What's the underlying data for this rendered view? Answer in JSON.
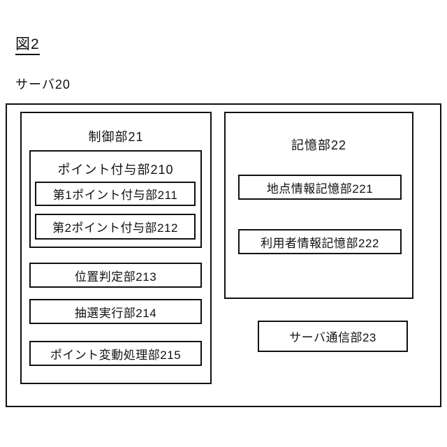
{
  "figure": {
    "label": "図2",
    "system_label": "サーバ20"
  },
  "diagram": {
    "type": "block-diagram",
    "outer_frame_name": "server-frame",
    "blocks": [
      {
        "id": "control-unit",
        "title": "制御部21",
        "children": [
          {
            "id": "point-grant-unit",
            "title": "ポイント付与部210",
            "children": [
              {
                "id": "first-point-grant-unit",
                "title": "第1ポイント付与部211"
              },
              {
                "id": "second-point-grant-unit",
                "title": "第2ポイント付与部212"
              }
            ]
          },
          {
            "id": "position-determination-unit",
            "title": "位置判定部213"
          },
          {
            "id": "lottery-execution-unit",
            "title": "抽選実行部214"
          },
          {
            "id": "point-change-processing-unit",
            "title": "ポイント変動処理部215"
          }
        ]
      },
      {
        "id": "storage-unit",
        "title": "記憶部22",
        "children": [
          {
            "id": "location-info-storage-unit",
            "title": "地点情報記憶部221"
          },
          {
            "id": "user-info-storage-unit",
            "title": "利用者情報記憶部222"
          }
        ]
      },
      {
        "id": "server-communication-unit",
        "title": "サーバ通信部23"
      }
    ],
    "connections": [
      {
        "from": "control-unit",
        "to": "storage-unit"
      },
      {
        "from": "control-unit",
        "to": "server-communication-unit"
      }
    ]
  },
  "colors": {
    "ink": "#111111",
    "paper": "#ffffff"
  }
}
